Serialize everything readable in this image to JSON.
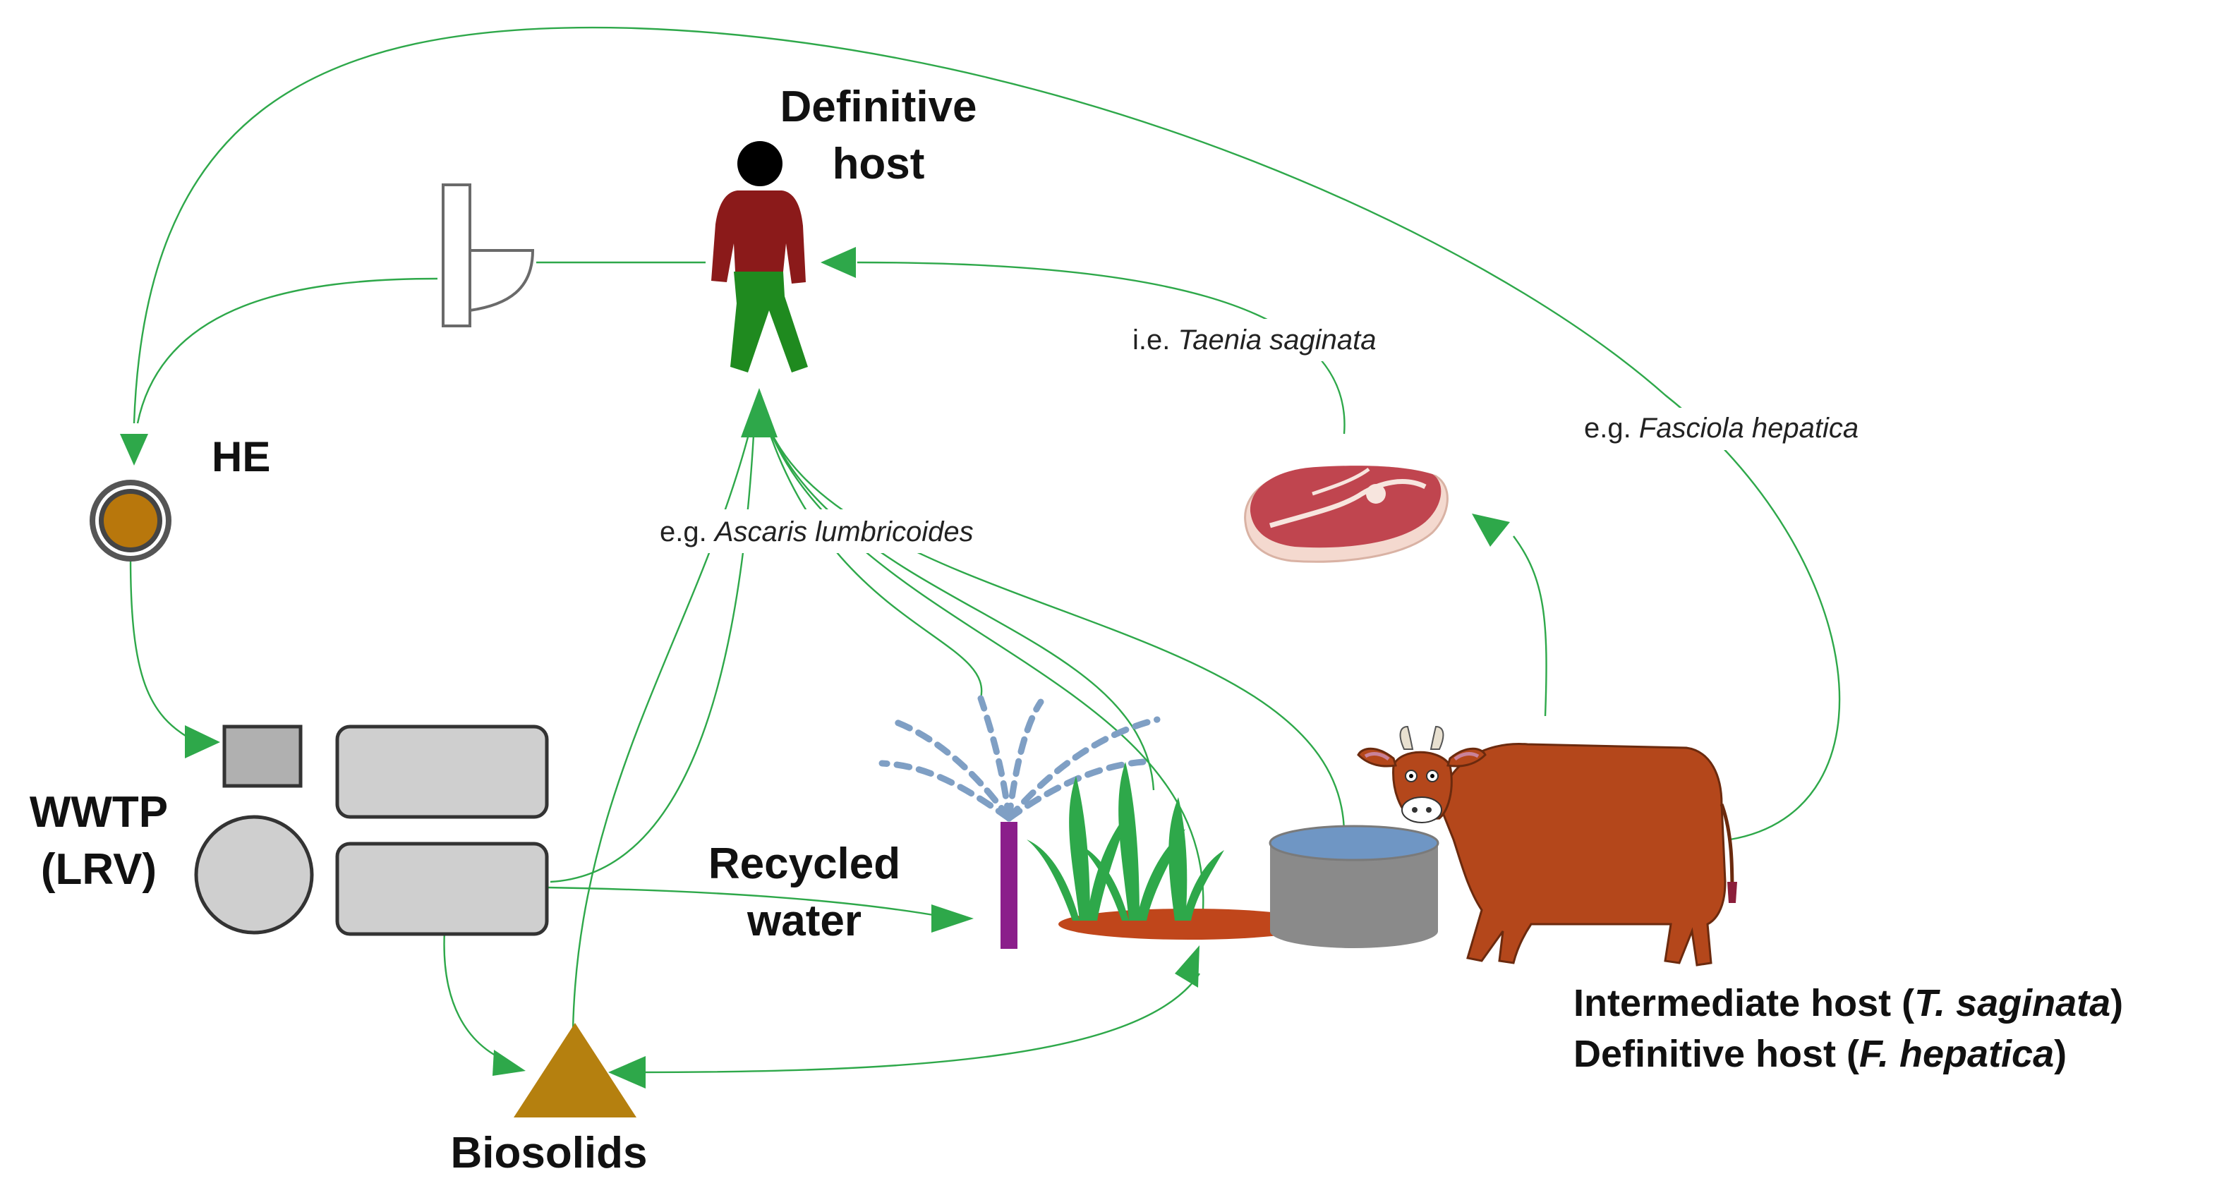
{
  "labels": {
    "definitive_host_line1": "Definitive",
    "definitive_host_line2": "host",
    "he": "HE",
    "wwtp_line1": "WWTP",
    "wwtp_line2": "(LRV)",
    "recycled_water_line1": "Recycled",
    "recycled_water_line2": "water",
    "biosolids": "Biosolids",
    "intermediate_prefix": "Intermediate host (",
    "intermediate_species": "T. saginata",
    "intermediate_suffix": ")",
    "definitive_prefix": "Definitive host (",
    "definitive_species": "F. hepatica",
    "definitive_suffix": ")"
  },
  "pathway_notes": {
    "taenia_prefix": "i.e. ",
    "taenia_species": "Taenia saginata",
    "ascaris_prefix": "e.g. ",
    "ascaris_species": "Ascaris lumbricoides",
    "fasciola_prefix": "e.g. ",
    "fasciola_species": "Fasciola hepatica"
  },
  "colors": {
    "arrow_green": "#2ea84a",
    "line_green": "#2ea84a",
    "shirt_red": "#8b1a1a",
    "pants_green": "#1f8a1f",
    "he_brown": "#b8770c",
    "wwtp_grey": "#cfcfcf",
    "biosolids_brown": "#b5800f",
    "sprinkler_purple": "#8b1e8b",
    "spray_blue": "#7f9fc4",
    "soil_orange": "#c0461b",
    "tank_blue": "#6f96c4",
    "cow_brown": "#b4471b",
    "meat_red": "#c0454f"
  },
  "icons": [
    "person-icon",
    "toilet-icon",
    "helminth-egg-icon",
    "wwtp-tanks-icon",
    "biosolids-pile-icon",
    "sprinkler-icon",
    "crop-plants-icon",
    "water-tank-icon",
    "cow-icon",
    "meat-steak-icon"
  ]
}
